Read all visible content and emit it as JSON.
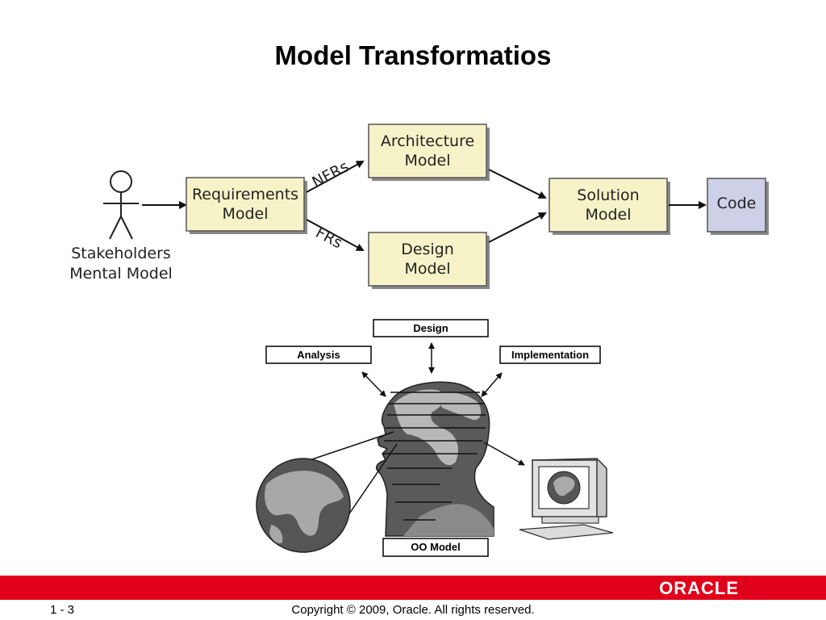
{
  "slide": {
    "title": "Model Transformatios",
    "page_number": "1 - 3",
    "copyright": "Copyright © 2009, Oracle. All rights reserved.",
    "brand": "ORACLE"
  },
  "top_diagram": {
    "actor_label_1": "Stakeholders",
    "actor_label_2": "Mental Model",
    "requirements": [
      "Requirements",
      "Model"
    ],
    "architecture": [
      "Architecture",
      "Model"
    ],
    "design": [
      "Design",
      "Model"
    ],
    "solution": [
      "Solution",
      "Model"
    ],
    "code": "Code",
    "nfr_label": "NFRs",
    "fr_label": "FRs"
  },
  "bottom_diagram": {
    "design": "Design",
    "analysis": "Analysis",
    "implementation": "Implementation",
    "oo_model": "OO Model"
  },
  "colors": {
    "model_fill": "#f7f3c8",
    "code_fill": "#cdd0e6",
    "footer_red": "#e0001a"
  }
}
